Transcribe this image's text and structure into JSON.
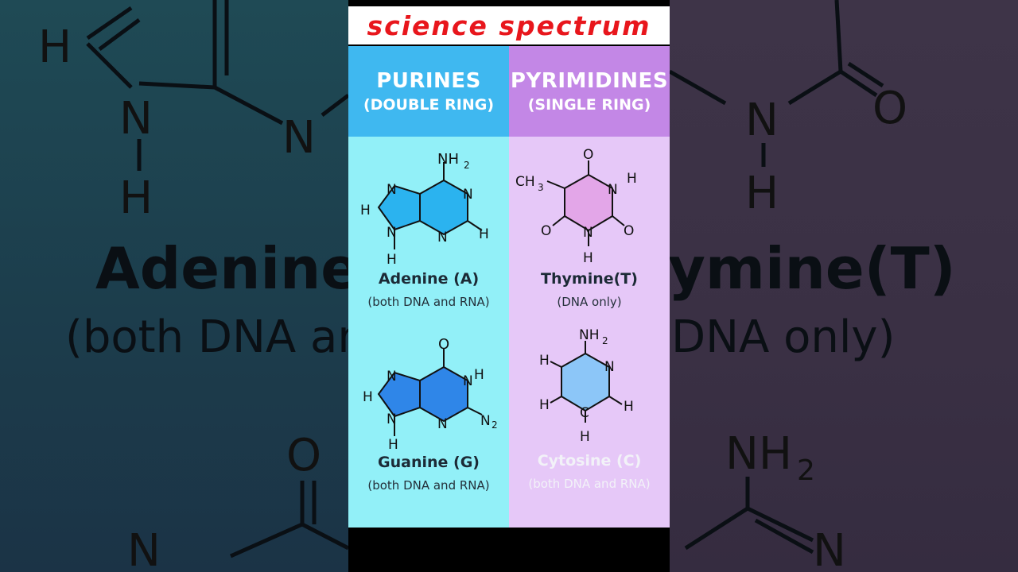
{
  "title": "science spectrum",
  "purines": {
    "heading": "PURINES",
    "subheading": "(DOUBLE RING)",
    "adenine": {
      "name": "Adenine (A)",
      "note": "(both DNA and RNA)"
    },
    "guanine": {
      "name": "Guanine (G)",
      "note": "(both DNA and RNA)"
    }
  },
  "pyrimidines": {
    "heading": "PYRIMIDINES",
    "subheading": "(SINGLE RING)",
    "thymine": {
      "name": "Thymine(T)",
      "note": "(DNA only)"
    },
    "cytosine": {
      "name": "Cytosine (C)",
      "note": "(both DNA and RNA)"
    }
  },
  "background": {
    "left_word": "Adenine",
    "left_note": "(both DNA and",
    "right_word": "ymine(T)",
    "right_note": "DNA only)"
  },
  "atoms": {
    "N": "N",
    "H": "H",
    "O": "O",
    "C": "C",
    "NH": "NH",
    "CH": "CH",
    "sub2": "2",
    "sub3": "3"
  },
  "colors": {
    "title": "#e8161c",
    "purine_header": "#3fb8f0",
    "pyrimidine_header": "#c387e6",
    "purine_body": "#92f0f8",
    "pyrimidine_body": "#e6c8f8",
    "adenine_fill": "#2bb3ef",
    "guanine_fill": "#2f86e8",
    "thymine_fill": "#e3a6e8",
    "cytosine_fill": "#8cc6f8"
  }
}
